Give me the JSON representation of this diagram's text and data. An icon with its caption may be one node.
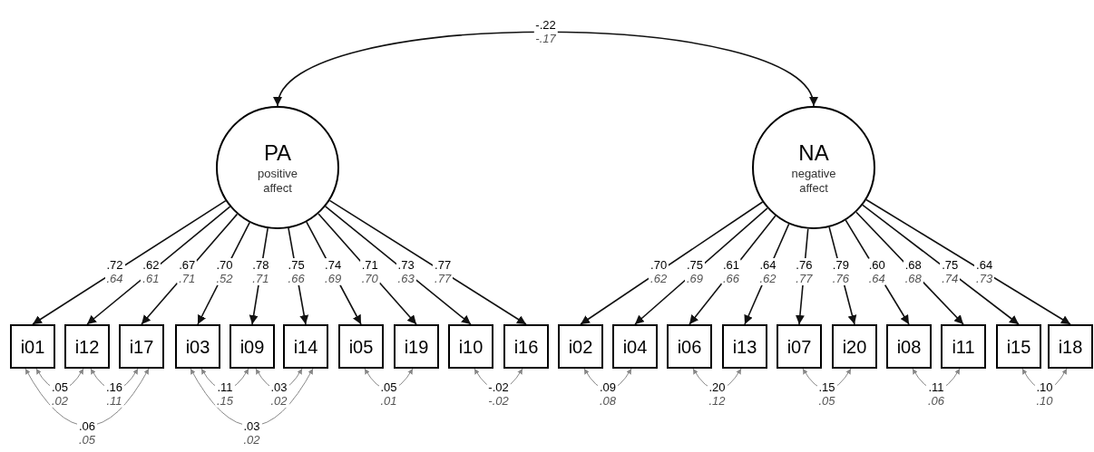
{
  "diagram": {
    "nodes": [
      {
        "text": [
          "PA",
          "positive affect"
        ]
      },
      {
        "text": [
          "NA",
          "negative affect"
        ]
      },
      {
        "text": [
          "i01"
        ]
      },
      {
        "text": [
          "i12"
        ]
      },
      {
        "text": [
          "i17"
        ]
      },
      {
        "text": [
          "i03"
        ]
      },
      {
        "text": [
          "i09"
        ]
      },
      {
        "text": [
          "i14"
        ]
      },
      {
        "text": [
          "i05"
        ]
      },
      {
        "text": [
          "i19"
        ]
      },
      {
        "text": [
          "i10"
        ]
      },
      {
        "text": [
          "i16"
        ]
      },
      {
        "text": [
          "i02"
        ]
      },
      {
        "text": [
          "i04"
        ]
      },
      {
        "text": [
          "i06"
        ]
      },
      {
        "text": [
          "i13"
        ]
      },
      {
        "text": [
          "i07"
        ]
      },
      {
        "text": [
          "i20"
        ]
      },
      {
        "text": [
          "i08"
        ]
      },
      {
        "text": [
          "i11"
        ]
      },
      {
        "text": [
          "i15"
        ]
      },
      {
        "text": [
          "i18"
        ]
      }
    ],
    "edges": [
      {
        "from": 0,
        "to": 1,
        "arrow": "both",
        "label": "-.22 *-.17*"
      },
      {
        "from": 0,
        "to": 2,
        "arrow": "to",
        "label": ".72 *.64*"
      },
      {
        "from": 0,
        "to": 3,
        "arrow": "to",
        "label": ".62 *.61*"
      },
      {
        "from": 0,
        "to": 4,
        "arrow": "to",
        "label": ".67 *.71*"
      },
      {
        "from": 0,
        "to": 5,
        "arrow": "to",
        "label": ".70 *.52*"
      },
      {
        "from": 0,
        "to": 6,
        "arrow": "to",
        "label": ".78 *.71*"
      },
      {
        "from": 0,
        "to": 7,
        "arrow": "to",
        "label": ".75 *.66*"
      },
      {
        "from": 0,
        "to": 8,
        "arrow": "to",
        "label": ".74 *.69*"
      },
      {
        "from": 0,
        "to": 9,
        "arrow": "to",
        "label": ".71 *.70*"
      },
      {
        "from": 0,
        "to": 10,
        "arrow": "to",
        "label": ".73 *.63*"
      },
      {
        "from": 0,
        "to": 11,
        "arrow": "to",
        "label": ".77 *.77*"
      },
      {
        "from": 1,
        "to": 12,
        "arrow": "to",
        "label": ".70 *.62*"
      },
      {
        "from": 1,
        "to": 13,
        "arrow": "to",
        "label": ".75 *.69*"
      },
      {
        "from": 1,
        "to": 14,
        "arrow": "to",
        "label": ".61 *.66*"
      },
      {
        "from": 1,
        "to": 15,
        "arrow": "to",
        "label": ".64 *.62*"
      },
      {
        "from": 1,
        "to": 16,
        "arrow": "to",
        "label": ".76 *.77*"
      },
      {
        "from": 1,
        "to": 17,
        "arrow": "to",
        "label": ".79 *.76*"
      },
      {
        "from": 1,
        "to": 18,
        "arrow": "to",
        "label": ".60 *.64*"
      },
      {
        "from": 1,
        "to": 19,
        "arrow": "to",
        "label": ".68 *.68*"
      },
      {
        "from": 1,
        "to": 20,
        "arrow": "to",
        "label": ".75 *.74*"
      },
      {
        "from": 1,
        "to": 21,
        "arrow": "to",
        "label": ".64 *.73*"
      },
      {
        "from": 2,
        "to": 3,
        "arrow": "both",
        "label": ".05 *.02*",
        "color": "#888888"
      },
      {
        "from": 3,
        "to": 4,
        "arrow": "both",
        "label": ".16 *.11*",
        "color": "#888888"
      },
      {
        "from": 2,
        "to": 4,
        "arrow": "both",
        "label": ".06 *.05*",
        "color": "#888888"
      },
      {
        "from": 5,
        "to": 6,
        "arrow": "both",
        "label": ".11 *.15*",
        "color": "#888888"
      },
      {
        "from": 6,
        "to": 7,
        "arrow": "both",
        "label": ".03 *.02*",
        "color": "#888888"
      },
      {
        "from": 5,
        "to": 7,
        "arrow": "both",
        "label": ".03 *.02*",
        "color": "#888888"
      },
      {
        "from": 8,
        "to": 9,
        "arrow": "both",
        "label": ".05 *.01*",
        "color": "#888888"
      },
      {
        "from": 10,
        "to": 11,
        "arrow": "both",
        "label": "-.02 *-.02*",
        "color": "#888888"
      },
      {
        "from": 12,
        "to": 13,
        "arrow": "both",
        "label": ".09 *.08*",
        "color": "#888888"
      },
      {
        "from": 14,
        "to": 15,
        "arrow": "both",
        "label": ".20 *.12*",
        "color": "#888888"
      },
      {
        "from": 16,
        "to": 17,
        "arrow": "both",
        "label": ".15 *.05*",
        "color": "#888888"
      },
      {
        "from": 18,
        "to": 19,
        "arrow": "both",
        "label": ".11 *.06*",
        "color": "#888888"
      },
      {
        "from": 20,
        "to": 21,
        "arrow": "both",
        "label": ".10 *.10*",
        "color": "#888888"
      }
    ]
  }
}
